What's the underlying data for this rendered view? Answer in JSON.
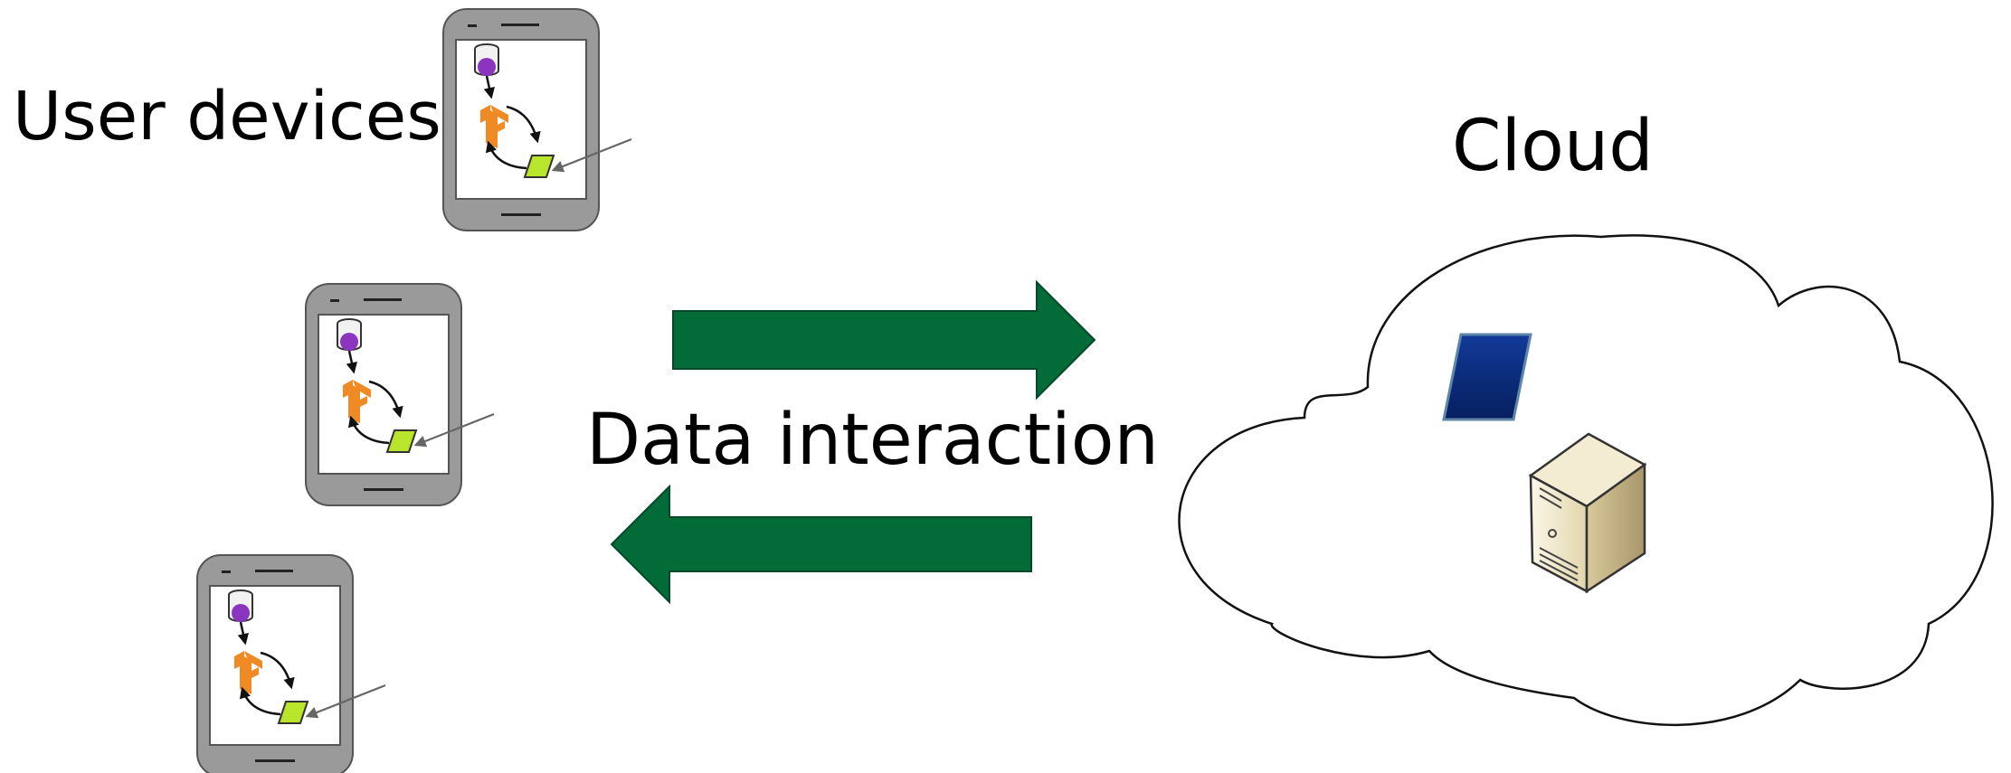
{
  "labels": {
    "user_devices": "User devices",
    "cloud": "Cloud",
    "data_interaction": "Data interaction"
  },
  "colors": {
    "arrow": "#036b38",
    "phone_frame": "#9a9a9a",
    "model_icon": "#f08a24",
    "data_cylinder_dot": "#8a34c0",
    "local_parameter": "#b9e52c",
    "global_parameter": "#0b2e7e",
    "server": "#e8dcb8"
  },
  "icons": {
    "phone": "smartphone-icon",
    "database": "database-icon",
    "model": "tensorflow-model-icon",
    "parameter": "parameter-parallelogram-icon",
    "server": "server-tower-icon",
    "cloud": "cloud-icon"
  }
}
